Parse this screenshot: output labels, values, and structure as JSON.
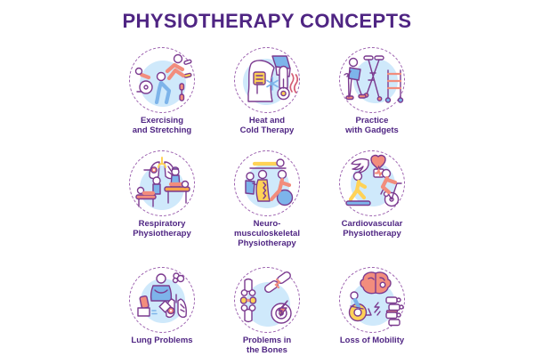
{
  "header": {
    "title": "PHYSIOTHERAPY CONCEPTS"
  },
  "colors": {
    "titlecolor": "#4f2583",
    "labelcolor": "#4f2583",
    "outline": "#7b3a8f",
    "dash": "#9b5fae",
    "lightblue": "#cfe9fb",
    "blue": "#7db4ea",
    "coral": "#f28d7d",
    "yellow": "#ffd257",
    "orange": "#f6a54c",
    "red": "#d45d75"
  },
  "icons": [
    {
      "name": "exercising-stretching",
      "label": "Exercising\nand Stretching"
    },
    {
      "name": "heat-cold-therapy",
      "label": "Heat and\nCold Therapy"
    },
    {
      "name": "practice-with-gadgets",
      "label": "Practice\nwith Gadgets"
    },
    {
      "name": "respiratory-physiotherapy",
      "label": "Respiratory\nPhysiotherapy"
    },
    {
      "name": "neuro-musculoskeletal-physiotherapy",
      "label": "Neuro-\nmusculoskeletal\nPhysiotherapy"
    },
    {
      "name": "cardiovascular-physiotherapy",
      "label": "Cardiovascular\nPhysiotherapy"
    },
    {
      "name": "lung-problems",
      "label": "Lung Problems"
    },
    {
      "name": "problems-in-the-bones",
      "label": "Problems in\nthe Bones"
    },
    {
      "name": "loss-of-mobility",
      "label": "Loss of Mobility"
    }
  ]
}
